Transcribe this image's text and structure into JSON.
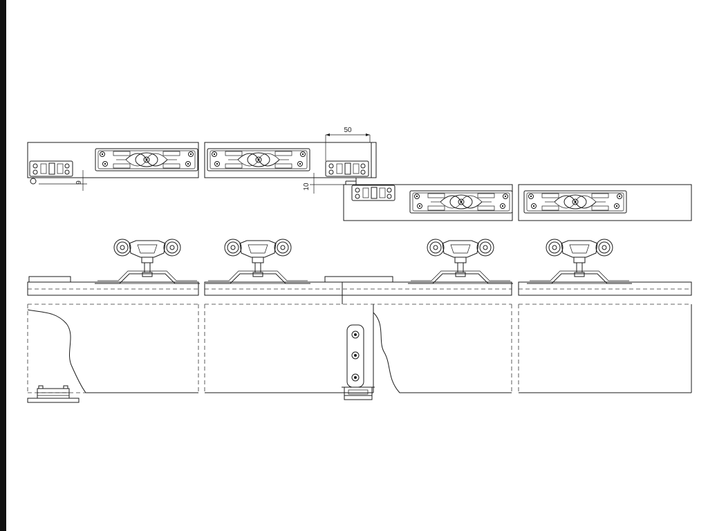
{
  "dimensions": {
    "top_width": "50",
    "left_gap": "9",
    "offset_gap": "10"
  },
  "colors": {
    "line": "#1a1a1a",
    "left_bar": "#111111",
    "background": "#ffffff"
  }
}
